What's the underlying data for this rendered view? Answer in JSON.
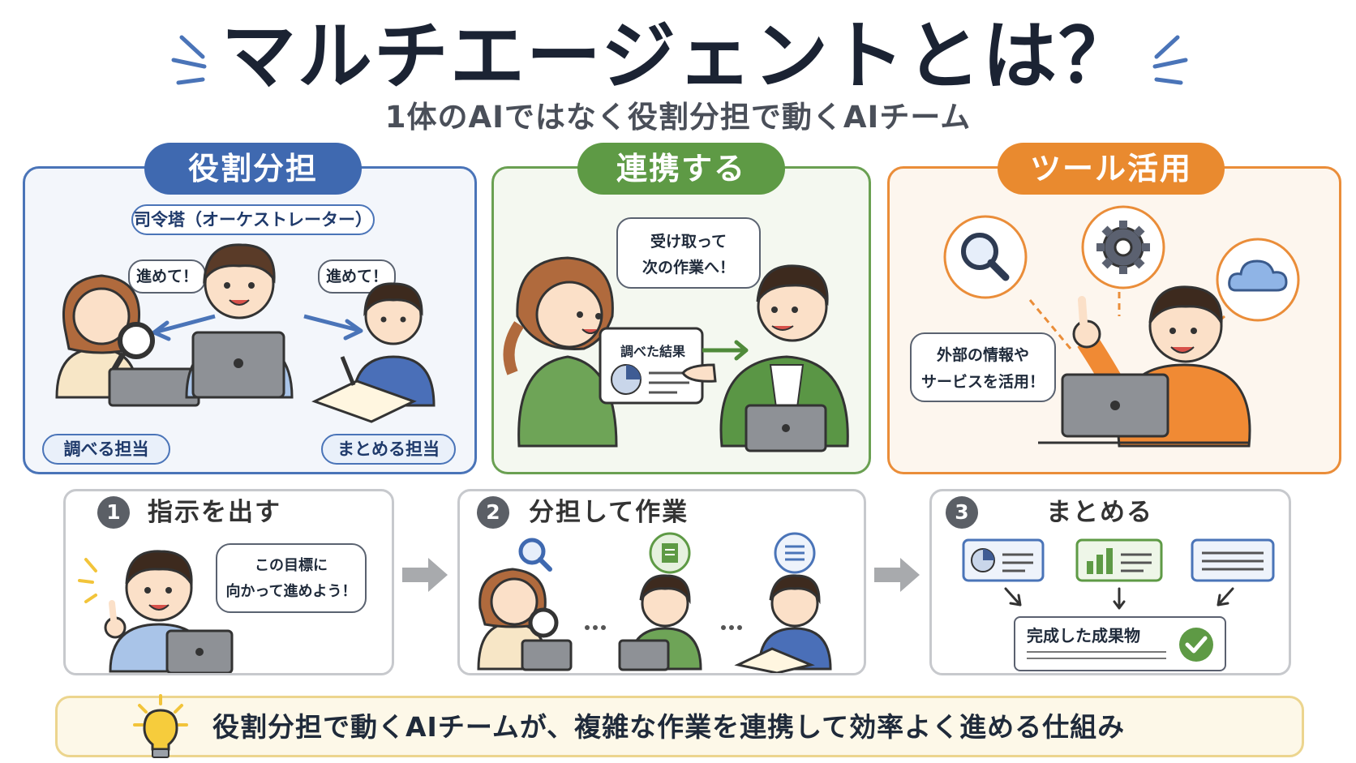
{
  "header": {
    "title": "マルチエージェントとは？",
    "subtitle": "1体のAIではなく役割分担で動くAIチーム"
  },
  "panels": {
    "role": {
      "title": "役割分担",
      "orchestrator": "司令塔（オーケストレーター）",
      "bubble_left": "進めて！",
      "bubble_right": "進めて！",
      "label_research": "調べる担当",
      "label_summary": "まとめる担当"
    },
    "link": {
      "title": "連携する",
      "bubble_line1": "受け取って",
      "bubble_line2": "次の作業へ！",
      "doc_label": "調べた結果"
    },
    "tool": {
      "title": "ツール活用",
      "bubble_line1": "外部の情報や",
      "bubble_line2": "サービスを活用！"
    }
  },
  "steps": [
    {
      "number": "1",
      "title": "指示を出す",
      "bubble_line1": "この目標に",
      "bubble_line2": "向かって進めよう！"
    },
    {
      "number": "2",
      "title": "分担して作業"
    },
    {
      "number": "3",
      "title": "まとめる",
      "result_label": "完成した成果物"
    }
  ],
  "banner": {
    "text": "役割分担で動くAIチームが、複雑な作業を連携して効率よく進める仕組み"
  },
  "colors": {
    "blue": "#3f69b0",
    "green": "#5e9a45",
    "orange": "#e98a2f",
    "gray": "#5b5f66"
  }
}
